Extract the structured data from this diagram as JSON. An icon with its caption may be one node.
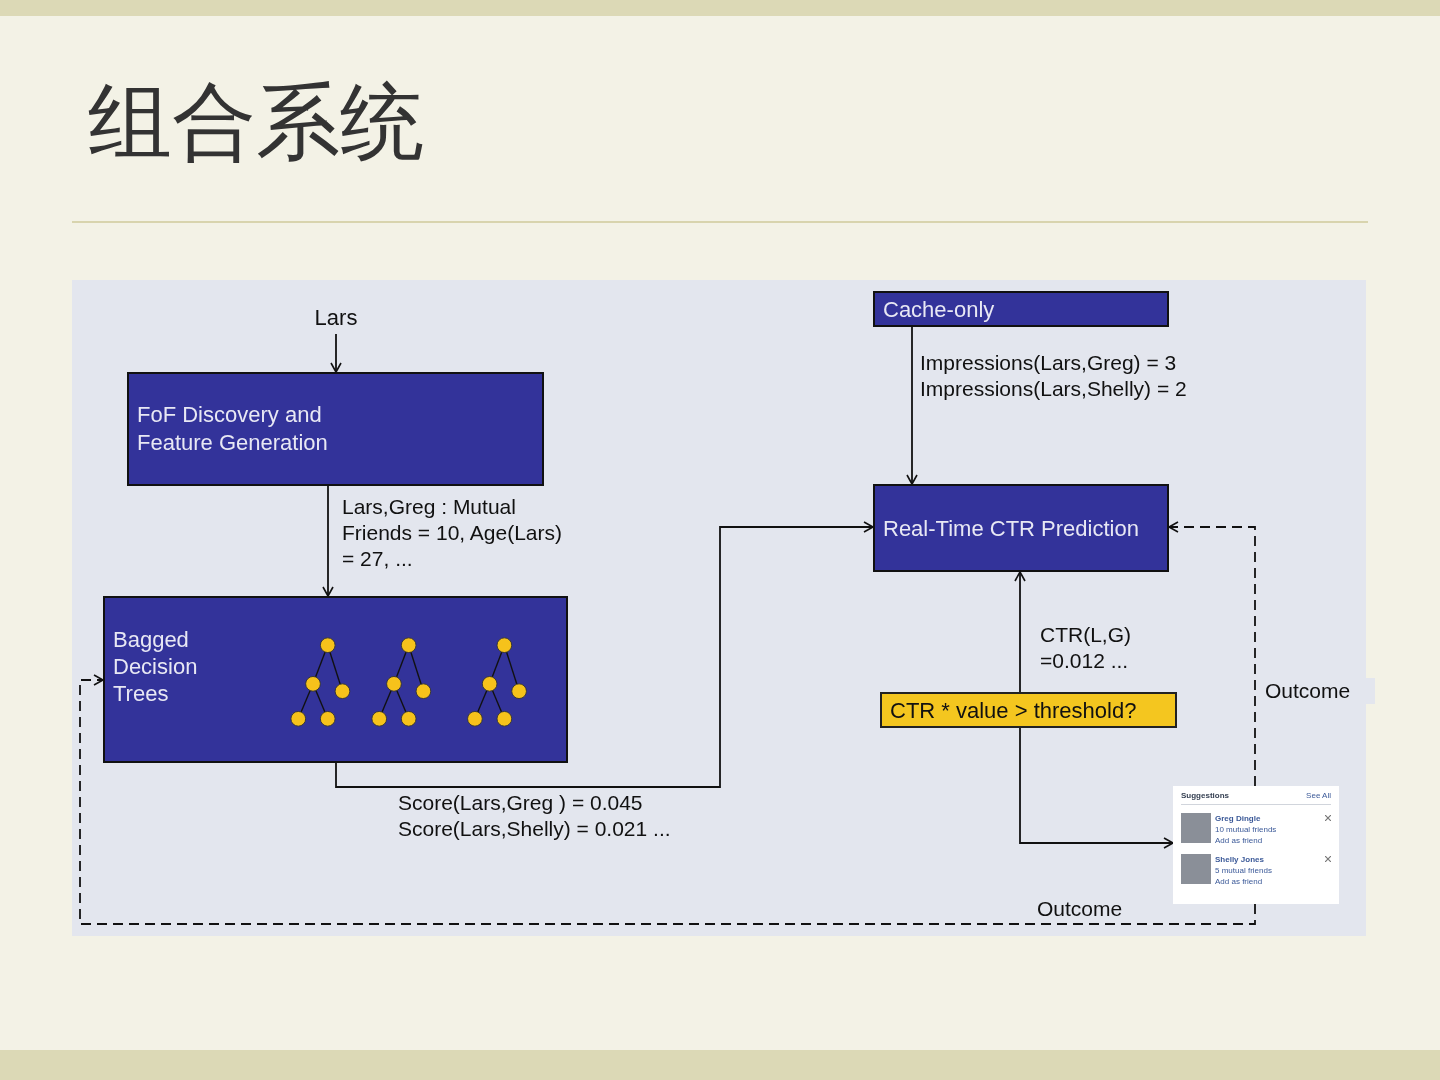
{
  "diagram": {
    "title": "组合系统",
    "nodes": [
      {
        "text": [
          "Lars"
        ]
      },
      {
        "text": [
          "FoF Discovery and Feature Generation"
        ]
      },
      {
        "text": [
          "Bagged Decision Trees"
        ]
      },
      {
        "text": [
          "Cache-only"
        ]
      },
      {
        "text": [
          "Real-Time CTR Prediction"
        ]
      },
      {
        "text": [
          "CTR * value > threshold?"
        ]
      },
      {
        "text": [
          "Suggestions",
          "See All",
          "Greg Dingle",
          "10 mutual friends",
          "Add as friend",
          "Shelly Jones",
          "5 mutual friends",
          "Add as friend"
        ]
      }
    ],
    "edges": [
      {
        "from": 0,
        "to": 1,
        "arrow": "to"
      },
      {
        "from": 1,
        "to": 2,
        "arrow": "to",
        "label": "Lars,Greg : Mutual Friends = 10, Age(Lars) = 27, ..."
      },
      {
        "from": 2,
        "to": 4,
        "arrow": "to",
        "label": "Score(Lars,Greg ) = 0.045 Score(Lars,Shelly) = 0.021 ..."
      },
      {
        "from": 3,
        "to": 4,
        "arrow": "to",
        "label": "Impressions(Lars,Greg) = 3 Impressions(Lars,Shelly) = 2"
      },
      {
        "from": 5,
        "to": 4,
        "arrow": "to",
        "label": "CTR(L,G) =0.012 ..."
      },
      {
        "from": 5,
        "to": 6,
        "arrow": "to"
      },
      {
        "from": 6,
        "to": 4,
        "arrow": "to",
        "style": "dashed",
        "label": "Outcome"
      },
      {
        "from": 6,
        "to": 2,
        "arrow": "to",
        "style": "dashed",
        "label": "Outcome"
      }
    ]
  }
}
